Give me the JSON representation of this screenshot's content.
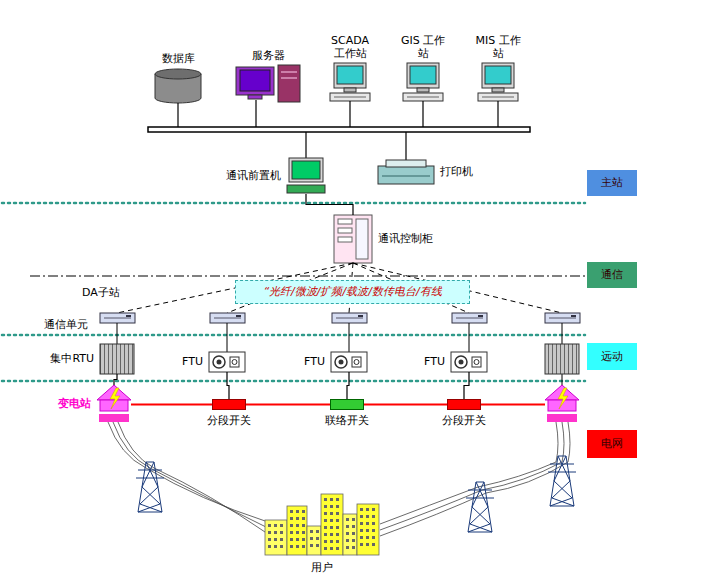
{
  "diagram": {
    "nodes": [
      {
        "text": [
          "数据库"
        ]
      },
      {
        "text": [
          "服务器"
        ]
      },
      {
        "text": [
          "SCADA 工作站"
        ]
      },
      {
        "text": [
          "GIS 工作站"
        ]
      },
      {
        "text": [
          "MIS 工作站"
        ]
      },
      {
        "text": [
          "通讯前置机"
        ]
      },
      {
        "text": [
          "打印机"
        ]
      },
      {
        "text": [
          "主站"
        ]
      },
      {
        "text": [
          "通讯控制柜"
        ]
      },
      {
        "text": [
          "通信"
        ]
      },
      {
        "text": [
          "“光纤/微波/扩频/载波/数传电台/有线"
        ]
      },
      {
        "text": [
          "远动"
        ]
      },
      {
        "text": [
          "集中RTU"
        ]
      },
      {
        "text": [
          "FTU"
        ]
      },
      {
        "text": [
          "FTU"
        ]
      },
      {
        "text": [
          "FTU"
        ]
      },
      {
        "text": [
          "变电站"
        ]
      },
      {
        "text": [
          "分段开关"
        ]
      },
      {
        "text": [
          "联络开关"
        ]
      },
      {
        "text": [
          "分段开关"
        ]
      },
      {
        "text": [
          "电网"
        ]
      },
      {
        "text": [
          "用户"
        ]
      }
    ],
    "edges": [
      {
        "from": 5,
        "to": 8,
        "arrow": "none"
      },
      {
        "from": 12,
        "to": 16,
        "arrow": "none"
      },
      {
        "from": 13,
        "to": 17,
        "arrow": "none"
      },
      {
        "from": 14,
        "to": 18,
        "arrow": "none"
      },
      {
        "from": 15,
        "to": 19,
        "arrow": "none"
      },
      {
        "from": 16,
        "to": 17,
        "arrow": "none"
      },
      {
        "from": 17,
        "to": 18,
        "arrow": "none"
      },
      {
        "from": 18,
        "to": 19,
        "arrow": "none"
      }
    ],
    "labels": [
      "DA子站",
      "通信单元"
    ]
  }
}
